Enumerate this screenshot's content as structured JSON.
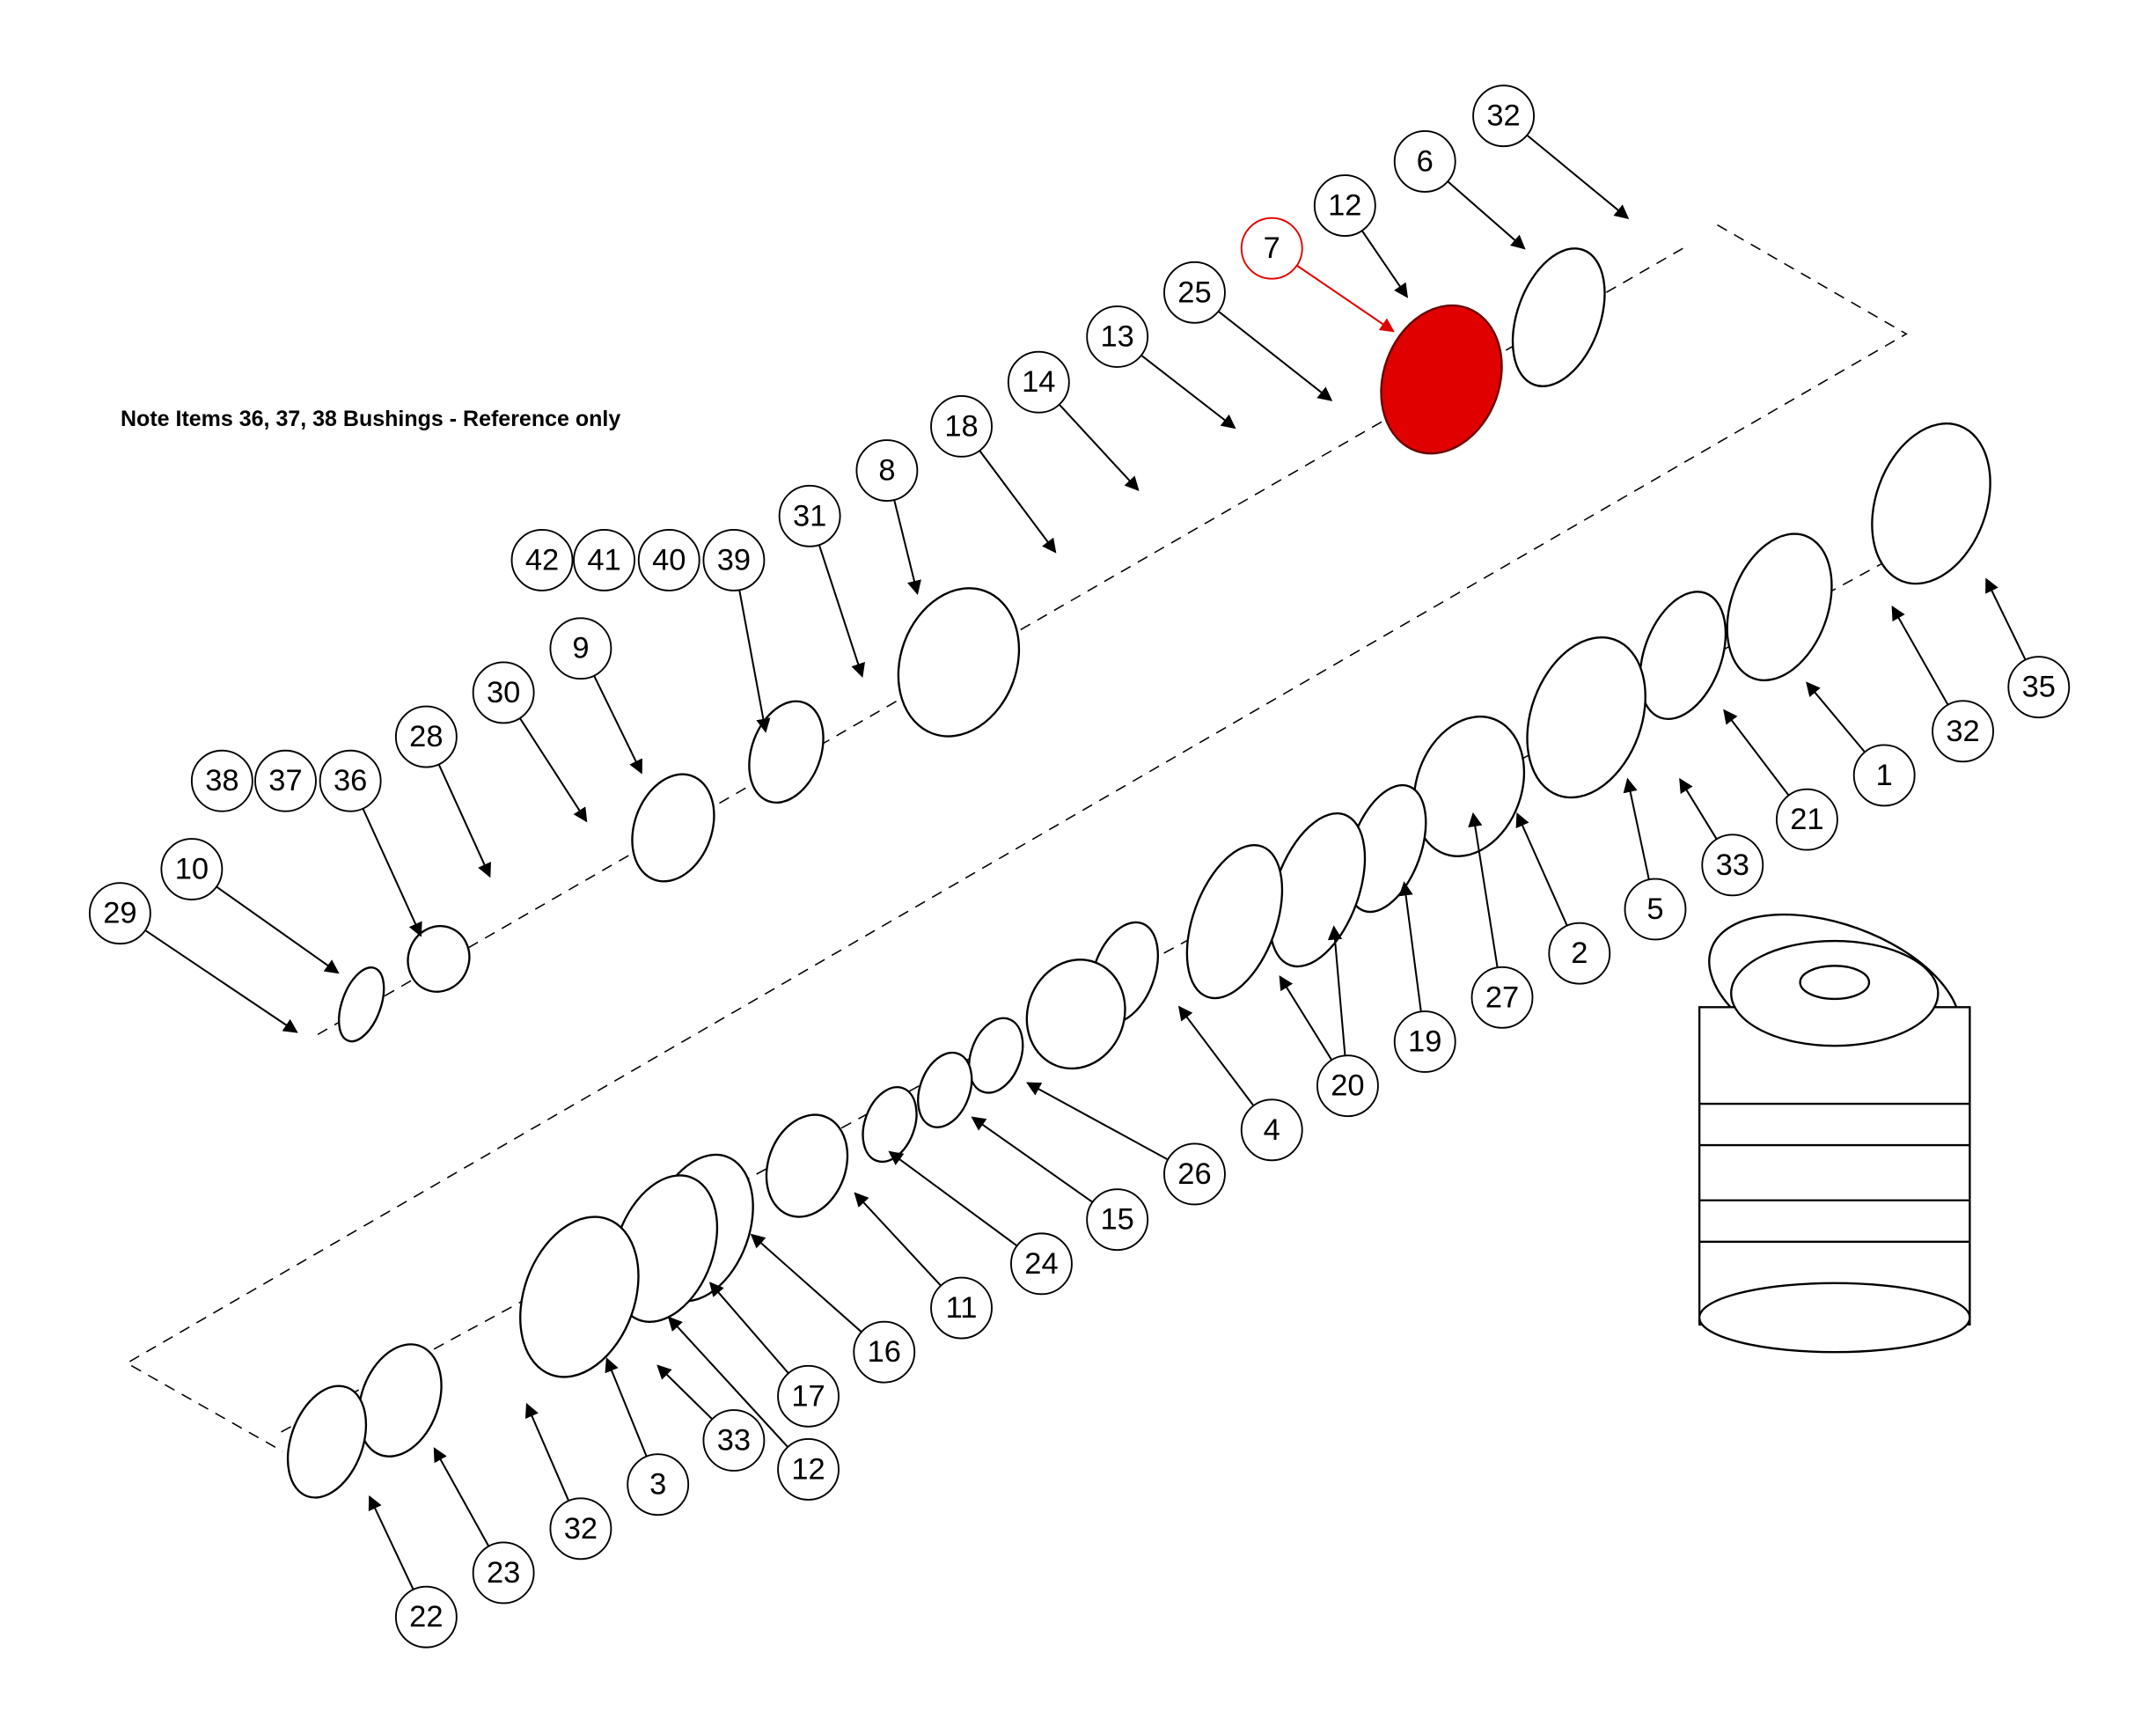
{
  "note": "Note Items 36, 37, 38 Bushings - Reference only",
  "highlight_color": "#e00000",
  "highlighted_item": "7",
  "balloons": [
    "32",
    "6",
    "12",
    "7",
    "25",
    "13",
    "14",
    "18",
    "8",
    "31",
    "42",
    "41",
    "40",
    "39",
    "9",
    "30",
    "28",
    "38",
    "37",
    "36",
    "10",
    "29",
    "35",
    "32",
    "1",
    "21",
    "33",
    "5",
    "2",
    "27",
    "19",
    "20",
    "4",
    "26",
    "15",
    "24",
    "11",
    "16",
    "17",
    "12",
    "33",
    "3",
    "32",
    "23",
    "22"
  ]
}
